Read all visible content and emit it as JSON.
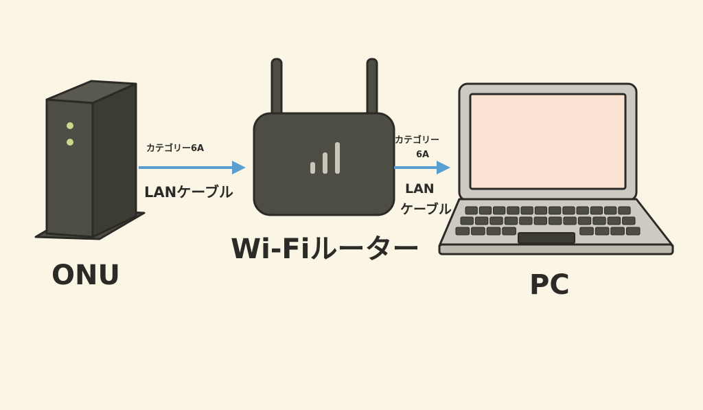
{
  "devices": {
    "onu": {
      "label": "ONU"
    },
    "router": {
      "label": "Wi-Fiルーター"
    },
    "pc": {
      "label": "PC"
    }
  },
  "links": {
    "onu_router": {
      "category": "カテゴリー6A",
      "cable": "LANケーブル"
    },
    "router_pc": {
      "category_line1": "カテゴリー",
      "category_line2": "6A",
      "cable_line1": "LAN",
      "cable_line2": "ケーブル"
    }
  },
  "colors": {
    "background": "#fbf5e6",
    "device_body": "#4e4d43",
    "outline": "#2b2a26",
    "led": "#c9d98b",
    "arrow": "#5b9fd0",
    "laptop_frame": "#cdcac1",
    "screen": "#fbe4d3"
  }
}
